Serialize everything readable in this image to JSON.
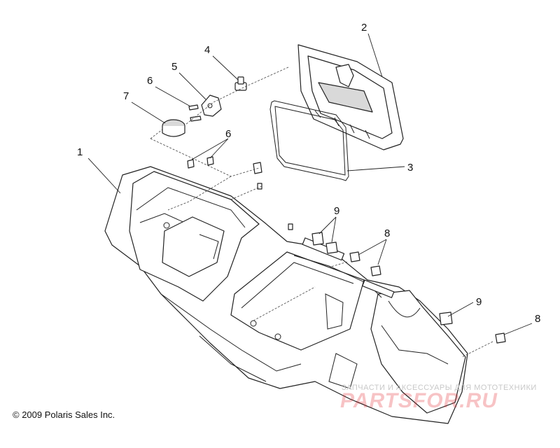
{
  "callouts": {
    "c1": "1",
    "c2": "2",
    "c3": "3",
    "c4": "4",
    "c5": "5",
    "c6a": "6",
    "c6b": "6",
    "c7": "7",
    "c8a": "8",
    "c8b": "8",
    "c9a": "9",
    "c9b": "9"
  },
  "copyright": "© 2009 Polaris Sales Inc.",
  "watermark": {
    "tagline": "ЗАПЧАСТИ И АКСЕССУАРЫ ДЛЯ МОТОТЕХНИКИ",
    "logo": "PARTSFOR.RU"
  }
}
